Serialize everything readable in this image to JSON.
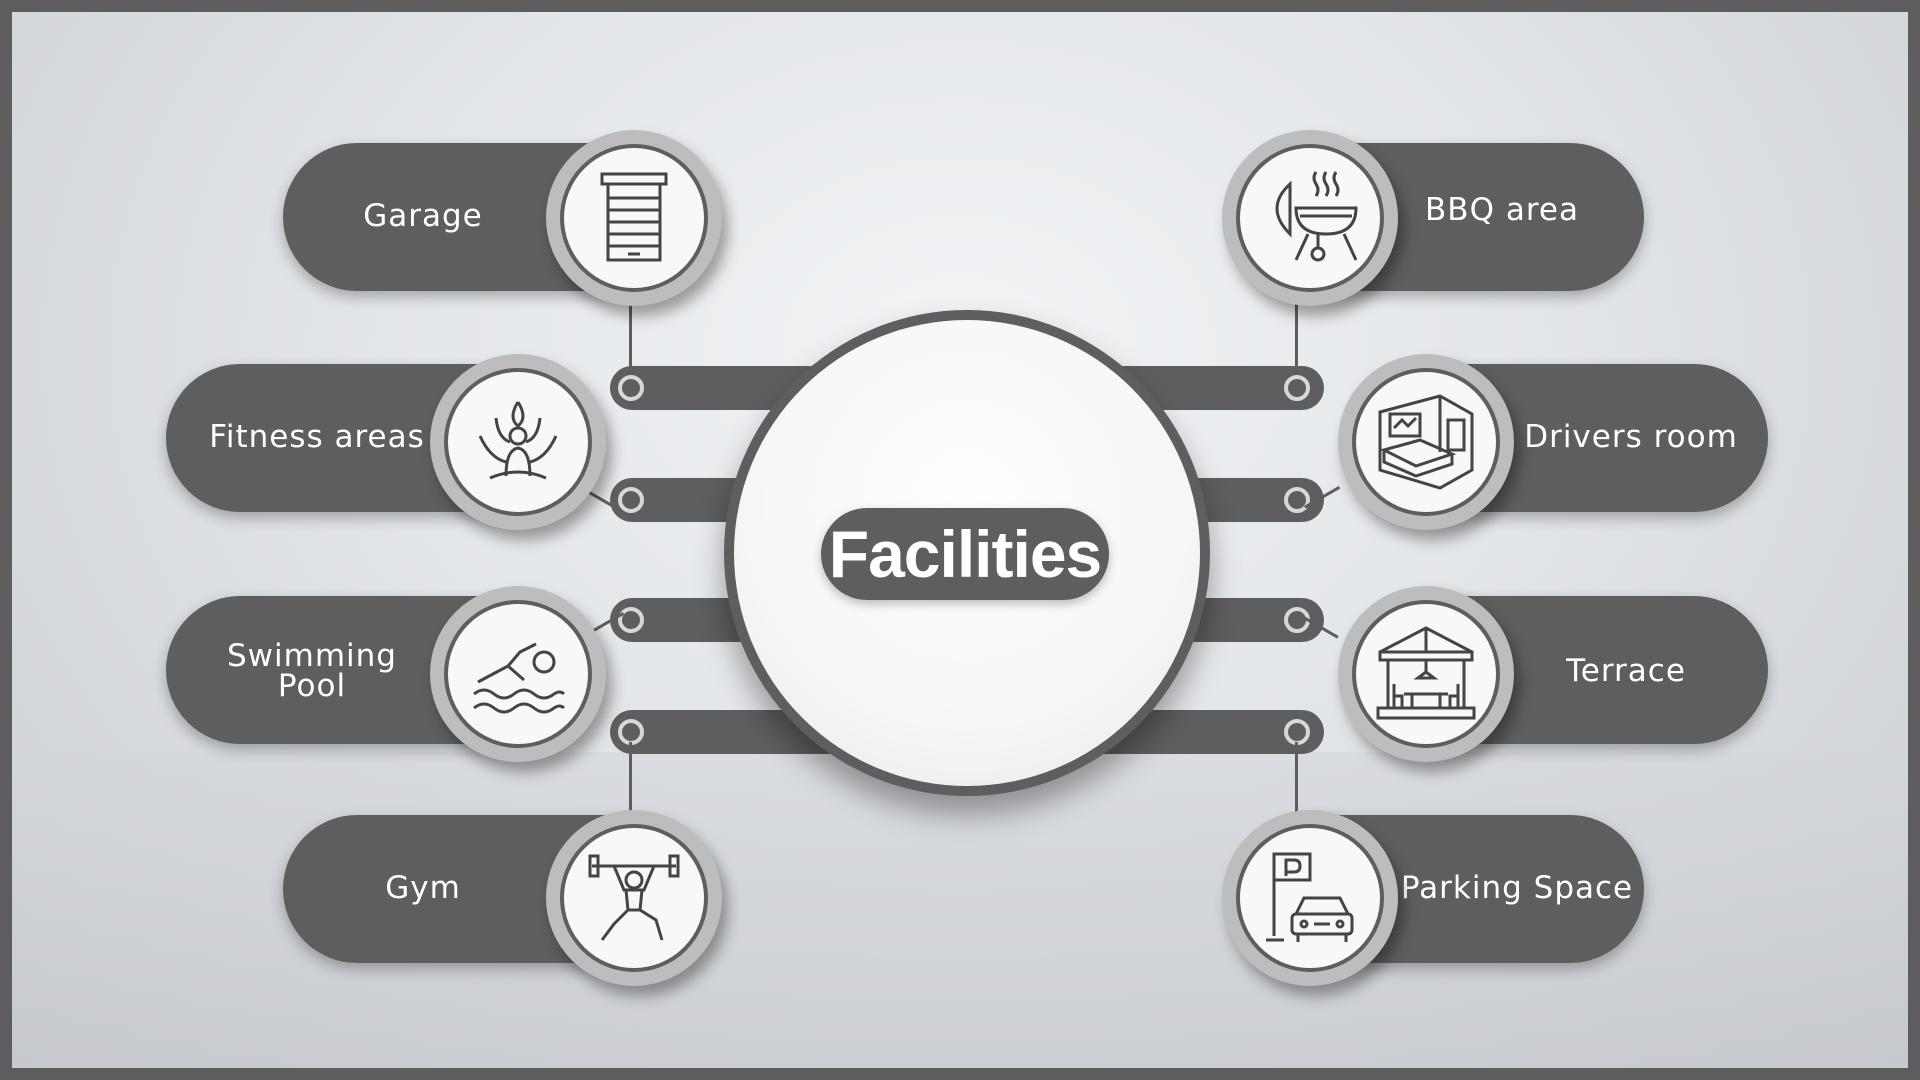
{
  "title": "Facilities",
  "items": {
    "garage": "Garage",
    "fitness": "Fitness areas",
    "swimming_line1": "Swimming",
    "swimming_line2": "Pool",
    "gym": "Gym",
    "bbq": "BBQ area",
    "drivers": "Drivers room",
    "terrace": "Terrace",
    "parking": "Parking Space"
  },
  "icons": {
    "garage": "garage-door-icon",
    "fitness": "meditation-lotus-icon",
    "swimming": "swimmer-icon",
    "gym": "weightlifter-icon",
    "bbq": "barbecue-grill-icon",
    "drivers": "bedroom-icon",
    "terrace": "gazebo-icon",
    "parking": "parking-car-icon"
  },
  "colors": {
    "pill": "#5e5e5e",
    "background": "#e4e7ea",
    "text": "#ffffff"
  }
}
